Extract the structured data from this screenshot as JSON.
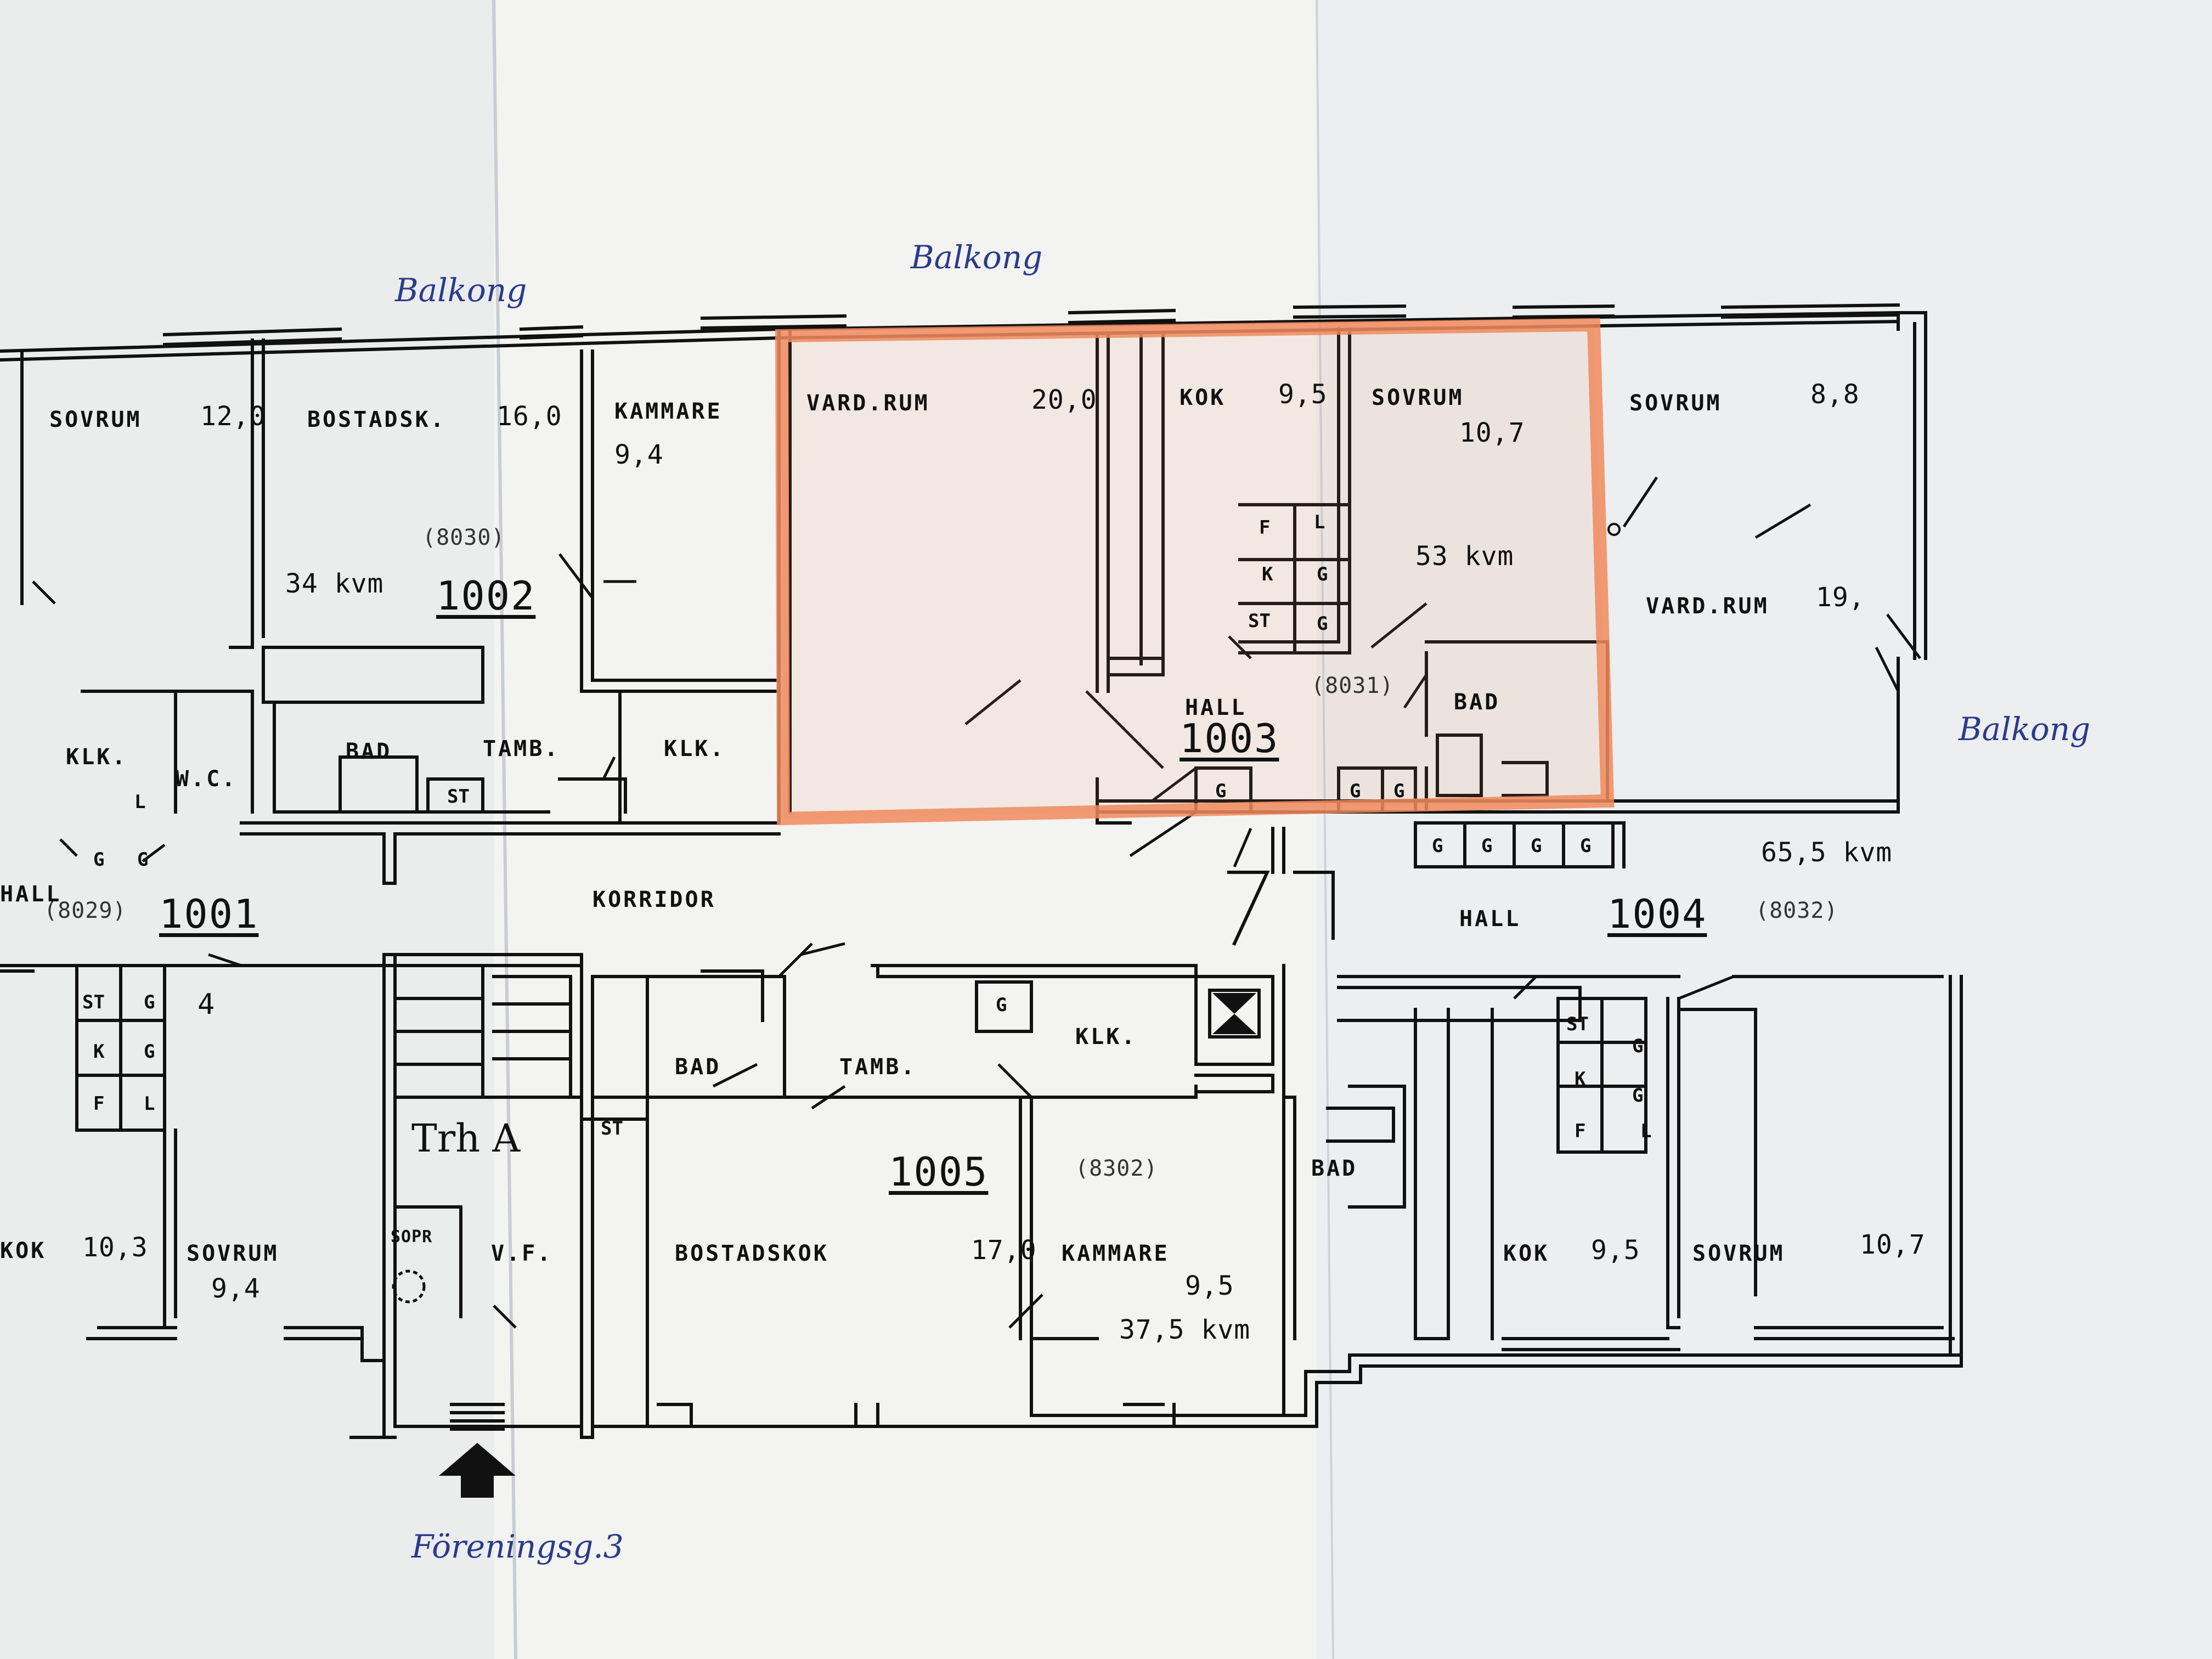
{
  "handwritten": {
    "balkong_left": "Balkong",
    "balkong_top": "Balkong",
    "balkong_right": "Balkong",
    "street": "Föreningsg.3",
    "stair": "Trh A"
  },
  "apartments": {
    "a1001": {
      "number": "1001",
      "code": "(8029)"
    },
    "a1002": {
      "number": "1002",
      "code": "(8030)",
      "area": "34 kvm"
    },
    "a1003": {
      "number": "1003",
      "code": "(8031)",
      "area": "53 kvm"
    },
    "a1004": {
      "number": "1004",
      "code": "(8032)",
      "area": "65,5 kvm"
    },
    "a1005": {
      "number": "1005",
      "code": "(8302)",
      "area": "37,5 kvm"
    }
  },
  "rooms": {
    "sovrum_12": {
      "name": "SOVRUM",
      "size": "12,0"
    },
    "bostadsk_16": {
      "name": "BOSTADSK.",
      "size": "16,0"
    },
    "kammare_94": {
      "name": "KAMMARE",
      "size": "9,4"
    },
    "vardrum_20": {
      "name": "VARD.RUM",
      "size": "20,0"
    },
    "kok_95a": {
      "name": "KOK",
      "size": "9,5"
    },
    "sovrum_107a": {
      "name": "SOVRUM",
      "size": "10,7"
    },
    "sovrum_88": {
      "name": "SOVRUM",
      "size": "8,8"
    },
    "vardrum_19": {
      "name": "VARD.RUM",
      "size": "19,"
    },
    "hall_1003": {
      "name": "HALL"
    },
    "bad_1003": {
      "name": "BAD"
    },
    "bad_1002": {
      "name": "BAD"
    },
    "tamb_1002": {
      "name": "TAMB."
    },
    "klk_1002": {
      "name": "KLK."
    },
    "klk_1001": {
      "name": "KLK."
    },
    "wc_1001": {
      "name": "W.C."
    },
    "hall_1001": {
      "name": "HALL"
    },
    "korridor": {
      "name": "KORRIDOR"
    },
    "hall_1004": {
      "name": "HALL"
    },
    "bad_1005": {
      "name": "BAD"
    },
    "tamb_1005": {
      "name": "TAMB."
    },
    "klk_1005": {
      "name": "KLK."
    },
    "bad_1004": {
      "name": "BAD"
    },
    "kok_103": {
      "name": "KOK",
      "size": "10,3"
    },
    "sovrum_94": {
      "name": "SOVRUM",
      "size": "9,4"
    },
    "sopr": {
      "name": "SOPR"
    },
    "vf": {
      "name": "V.F."
    },
    "bostadskok_17": {
      "name": "BOSTADSKOK",
      "size": "17,0"
    },
    "kammare_95": {
      "name": "KAMMARE",
      "size": "9,5"
    },
    "kok_95b": {
      "name": "KOK",
      "size": "9,5"
    },
    "sovrum_107b": {
      "name": "SOVRUM",
      "size": "10,7"
    }
  },
  "fixtures": {
    "f": "F",
    "l": "L",
    "k": "K",
    "g": "G",
    "st": "ST",
    "four": "4"
  },
  "colors": {
    "highlight": "#f08a5d",
    "ink": "#111111",
    "pen": "#2a3b8c"
  },
  "highlighted_apartment": "1003"
}
